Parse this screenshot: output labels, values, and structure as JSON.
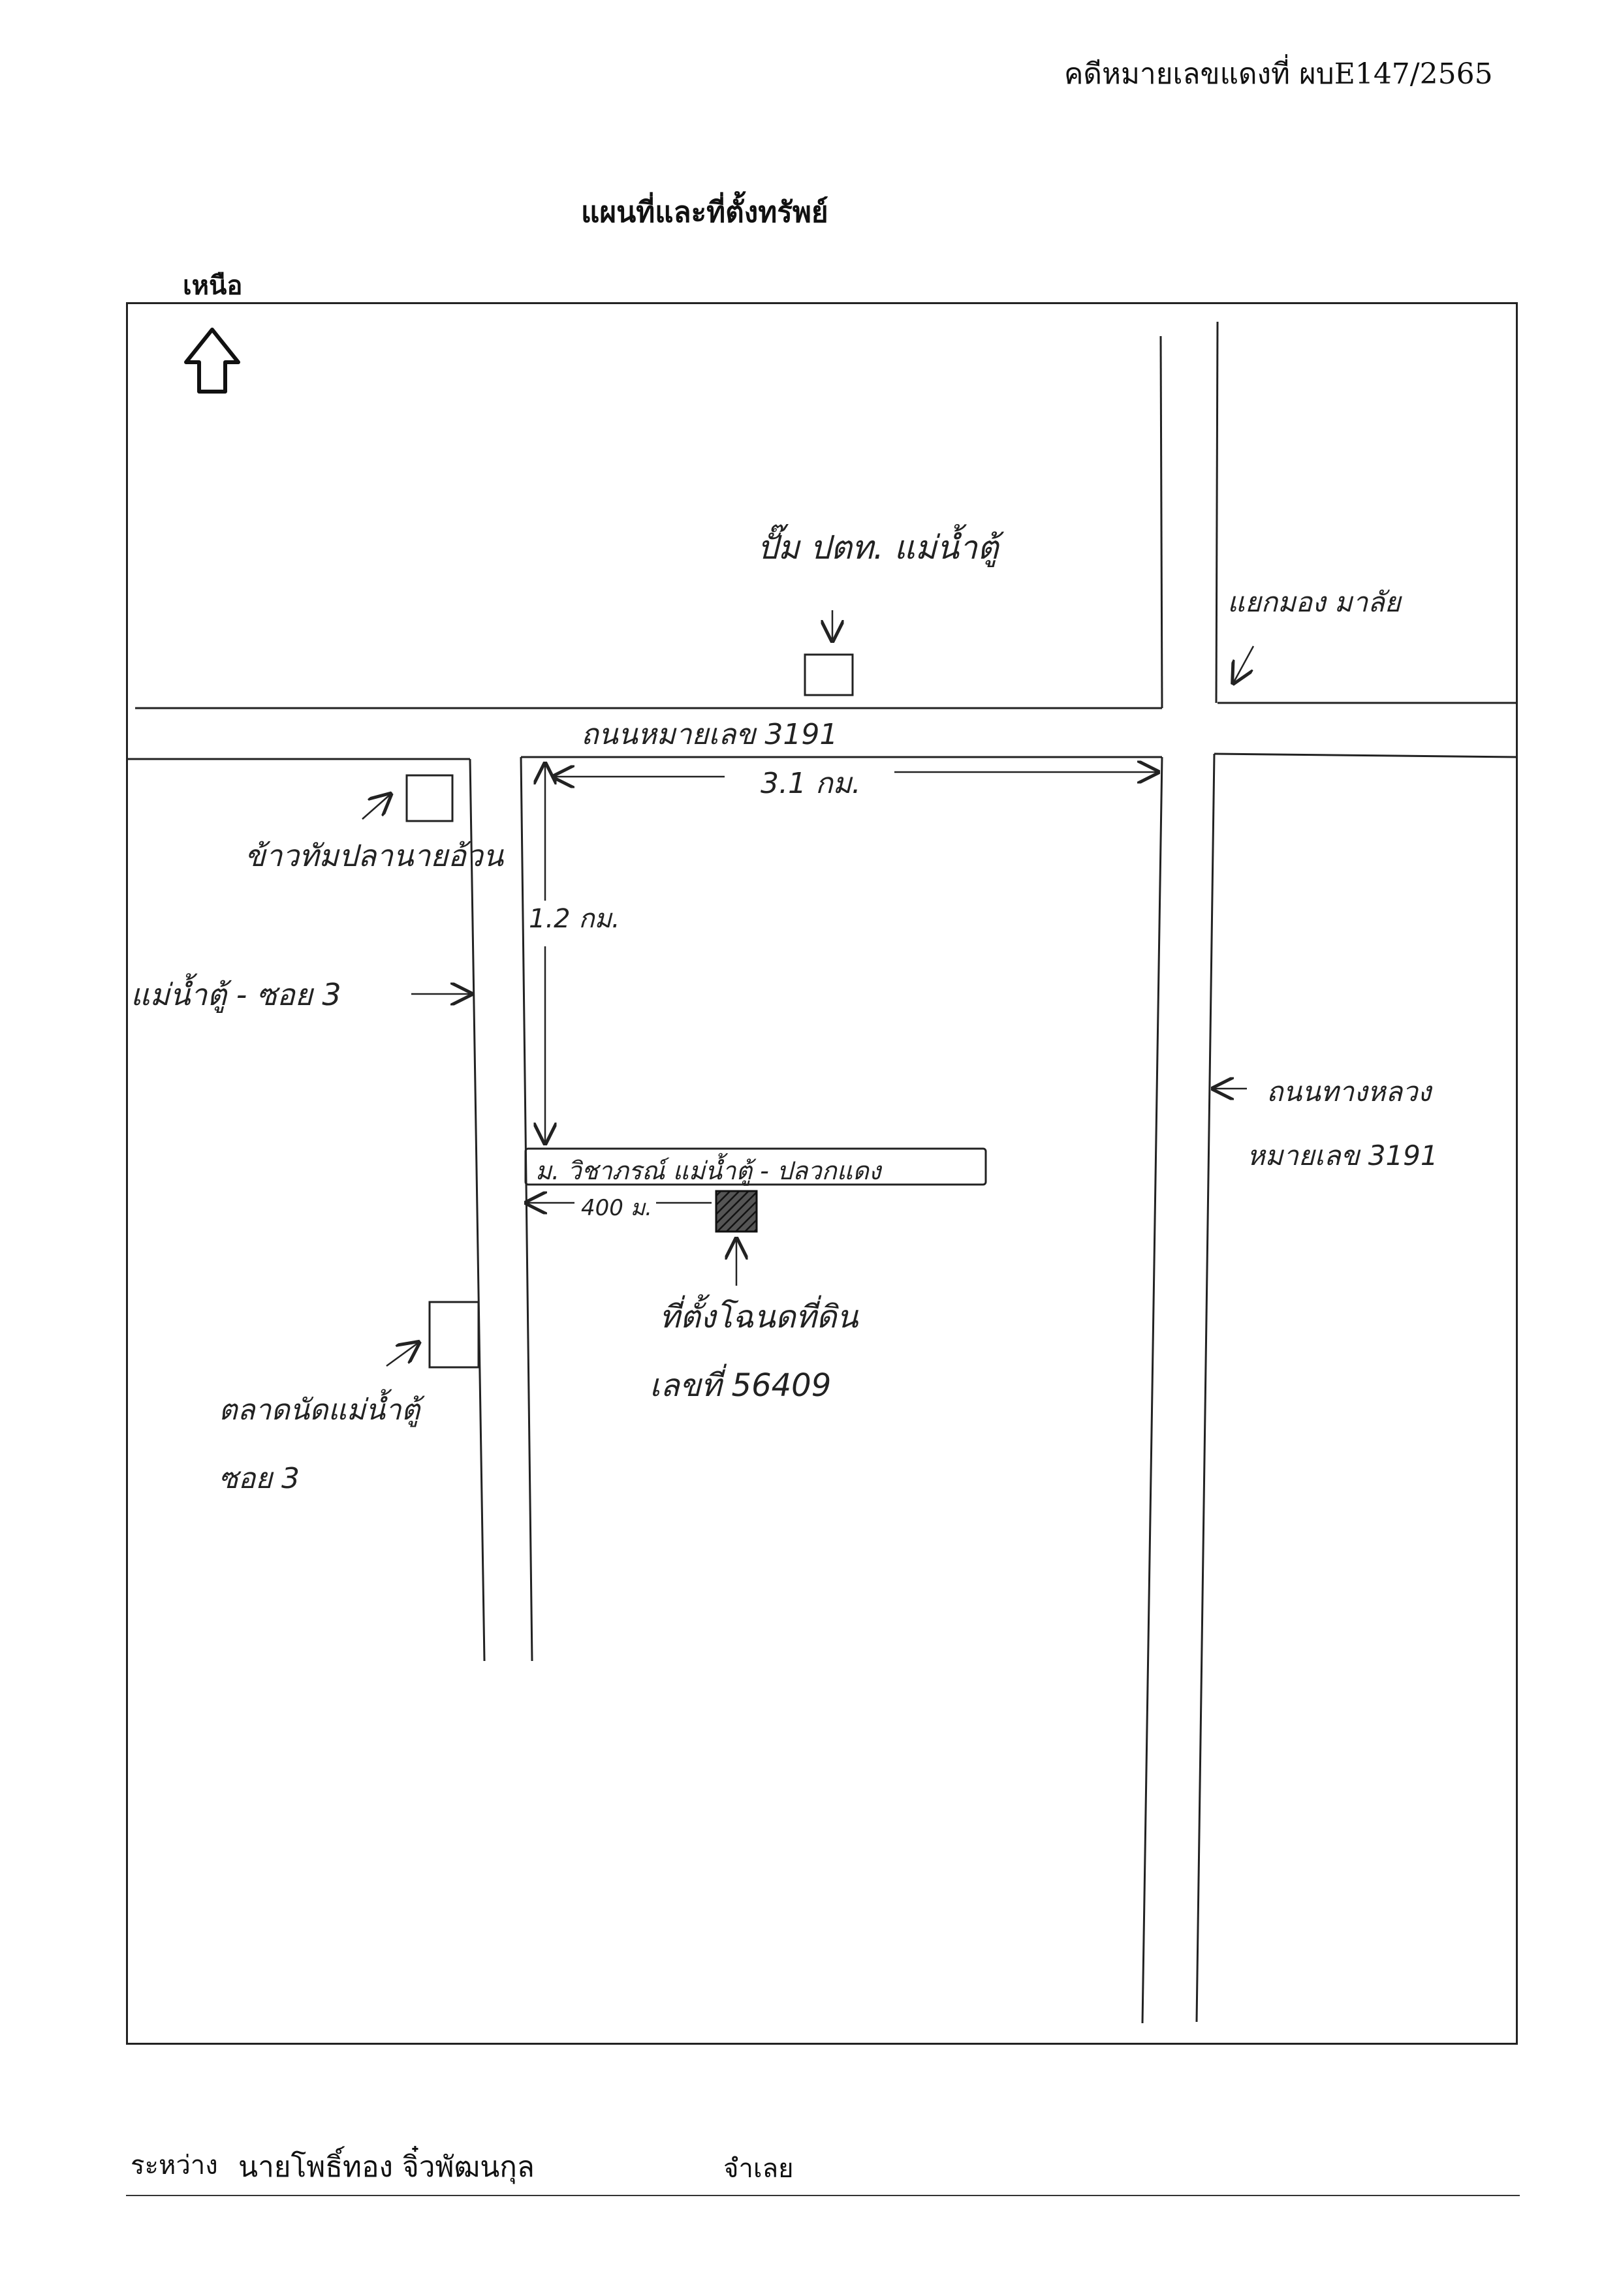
{
  "header": {
    "case_number": "คดีหมายเลขแดงที่ ผบE147/2565",
    "title": "แผนที่และที่ตั้งทรัพย์",
    "north_label": "เหนือ"
  },
  "map": {
    "road_main": "ถนนหมายเลข 3191",
    "distance_east": "3.1 กม.",
    "distance_south": "1.2 กม.",
    "distance_short": "400 ม.",
    "landmark_pump": "ปั๊ม ปตท. แม่น้ำตู้",
    "landmark_junction": "แยกมอง มาลัย",
    "landmark_shop": "ข้าวทัมปลานายอ้วน",
    "soi_label": "แม่น้ำตู้ - ซอย 3",
    "highway_label_1": "ถนนทางหลวง",
    "highway_label_2": "หมายเลข 3191",
    "village_road": "ม. วิชาภรณ์ แม่น้ำตู้ - ปลวกแดง",
    "property_label_1": "ที่ตั้งโฉนดที่ดิน",
    "property_label_2": "เลขที่ 56409",
    "market_label_1": "ตลาดนัดแม่น้ำตู้",
    "market_label_2": "ซอย 3"
  },
  "footer": {
    "between": "ระหว่าง",
    "name": "นายโพธิ์ทอง จิ๋วพัฒนกุล",
    "role": "จำเลย"
  }
}
